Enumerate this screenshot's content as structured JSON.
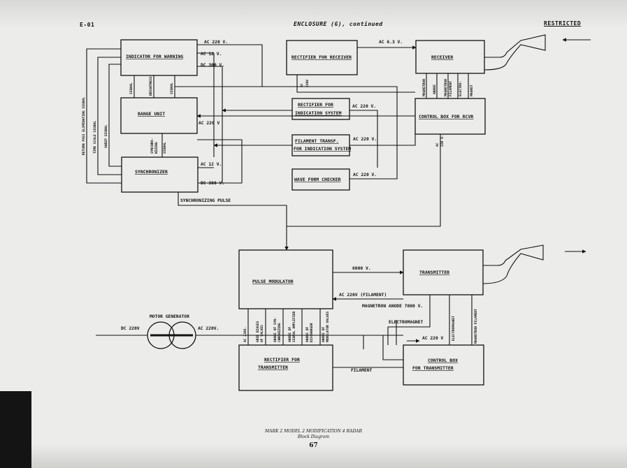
{
  "header": {
    "left": "E-01",
    "center": "ENCLOSURE (G), continued",
    "right": "RESTRICTED"
  },
  "blocks": {
    "indicator": "INDICATOR FOR WARNING",
    "rectifier_receiver": "RECTIFIER FOR RECEIVER",
    "receiver": "RECEIVER",
    "range_unit": "RANGE UNIT",
    "rectifier_indication_1": "RECTIFIER FOR",
    "rectifier_indication_2": "INDICATION SYSTEM",
    "control_box_rcvr": "CONTROL BOX FOR RCVR",
    "filament_transf_1": "FILAMENT TRANSF.",
    "filament_transf_2": "FOR INDICATION SYSTEM",
    "synchronizer": "SYNCHRONIZER",
    "wave_form_checker": "WAVE FORM CHECKER",
    "pulse_modulator": "PULSE MODULATOR",
    "transmitter": "TRANSMITTER",
    "motor_generator": "MOTOR GENERATOR",
    "rectifier_transmitter_1": "RECTIFIER FOR",
    "rectifier_transmitter_2": "TRANSMITTER",
    "control_box_tx_1": "CONTROL BOX",
    "control_box_tx_2": "FOR TRANSMITTER"
  },
  "labels": {
    "ac220_indicator": "AC 220 V.",
    "ac12_indicator": "AC 12 V.",
    "dc300_indicator": "DC 300 V.",
    "ac63": "AC 6.3 V.",
    "ac_rect_recv": "AC",
    "ac220_rect_recv": "220V",
    "ac220_rect_ind": "AC 220 V.",
    "ac220_range": "AC 220 V",
    "ac220_fil": "AC 220 V.",
    "ac220_ctrl": "AC",
    "ac220_ctrl2": "220 V.",
    "ac12_sync": "AC 12 V.",
    "dc300_sync": "DC 300 V.",
    "ac220_wave": "AC 220 V.",
    "sync_pulse": "SYNCHRONIZING PULSE",
    "v6000": "6000 V.",
    "ac220_filament": "AC 220V (FILAMENT)",
    "magnetron_anode": "MAGNETRON ANODE 7000 V.",
    "electromagnet": "ELECTROMAGNET",
    "ac220_ctrlbox_tx": "AC 220 V",
    "filament": "FILAMENT",
    "dc220": "DC 220V",
    "ac220_mg": "AC 220V.",
    "signal_1": "SIGNAL",
    "brightness": "BRIGHTNESS",
    "signal_2": "SIGNAL",
    "sync_signal_1": "SYNCHRO-",
    "sync_signal_2": "NIZING",
    "sync_signal_3": "SIGNAL",
    "return_pass": "RETURN PASS ELIMINATING SIGNAL",
    "time_scale": "TIME SCALE SIGNAL",
    "sweep": "SWEEP SIGNAL",
    "rcvr_magnetron": "MAGNETRON",
    "rcvr_anode": "ANODE",
    "rcvr_magnetron2": "MAGNETRON",
    "rcvr_filament": "FILAMENT",
    "rcvr_electro": "ELECTRO-",
    "rcvr_magnet": "MAGNET",
    "pm_ac220": "AC 220V.",
    "pm_grid_1": "GRID BIASES",
    "pm_grid_2": "OF VALVES",
    "pm_anode_1": "ANODE OF SYN-",
    "pm_anode_2": "CHRONIZING",
    "pm_anode_3": "ANODE OF",
    "pm_anode_4": "SIGNAL AMPLIFIER",
    "pm_anode_5": "ANODE OF",
    "pm_anode_6": "DISCHARGER",
    "pm_anode_7": "ANODE OF",
    "pm_anode_8": "MODULATOR VALVES",
    "tx_electromagnet": "ELECTROMAGNET",
    "tx_magnetron_fil": "MAGNETRON FILAMENT"
  },
  "caption": {
    "line1": "MARK 2 MODEL 2 MODIFICATION 4 RADAR",
    "line2": "Block Diagram",
    "page": "67"
  }
}
